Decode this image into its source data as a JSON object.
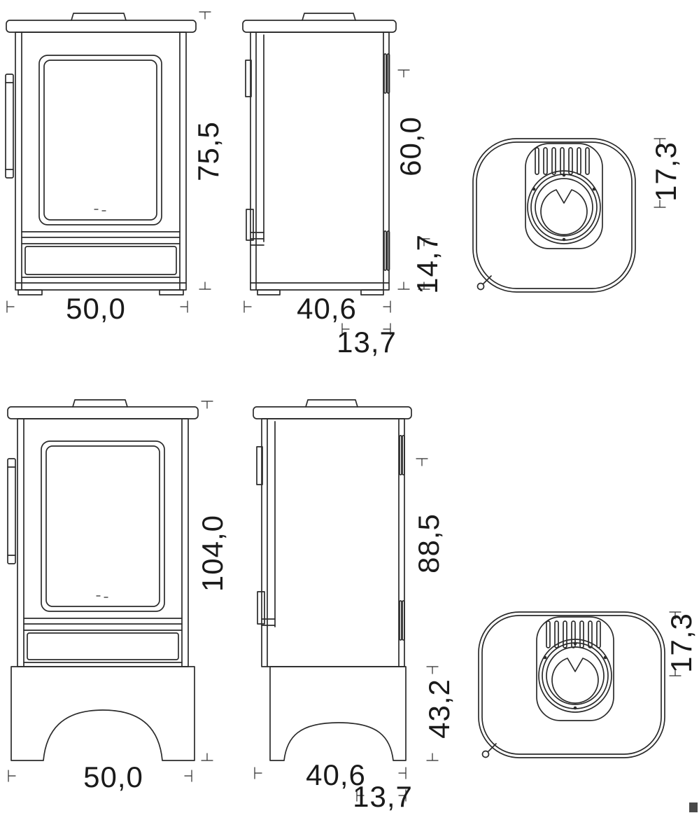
{
  "drawing": {
    "description": "Wood stove dimensional drawing, two leg variants, each with front, side and top views",
    "units": "cm"
  },
  "colors": {
    "line": "#2b2b2b",
    "text": "#1a1a1a",
    "background": "#ffffff"
  },
  "views": {
    "short": {
      "front": {
        "height": "75,5",
        "width": "50,0"
      },
      "side": {
        "upper_height": "60,0",
        "lower_height": "14,7",
        "depth": "40,6",
        "flue_offset": "13,7"
      },
      "top": {
        "flue_to_back": "17,3"
      }
    },
    "tall": {
      "front": {
        "height": "104,0",
        "width": "50,0"
      },
      "side": {
        "upper_height": "88,5",
        "lower_height": "43,2",
        "depth": "40,6",
        "flue_offset": "13,7"
      },
      "top": {
        "flue_to_back": "17,3"
      }
    }
  }
}
